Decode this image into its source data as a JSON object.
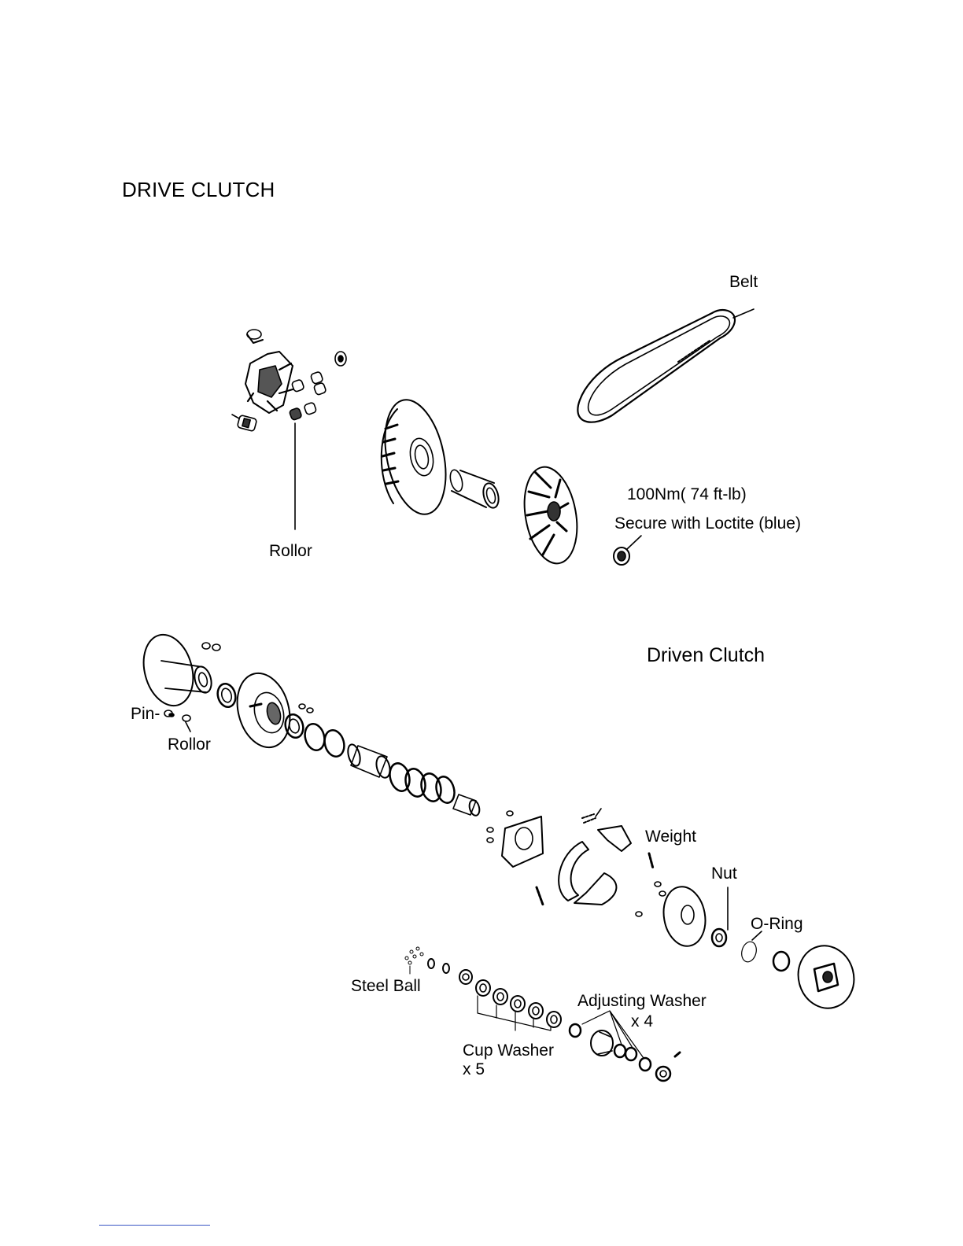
{
  "page_title": "DRIVE CLUTCH",
  "drive_clutch": {
    "labels": {
      "belt": "Belt",
      "rollor": "Rollor",
      "torque": "100Nm( 74 ft-lb)",
      "loctite": "Secure with Loctite (blue)"
    }
  },
  "driven_clutch": {
    "title": "Driven Clutch",
    "labels": {
      "pin": "Pin-",
      "rollor": "Rollor",
      "weight": "Weight",
      "nut": "Nut",
      "o_ring": "O-Ring",
      "steel_ball": "Steel Ball",
      "adjusting_washer": "Adjusting Washer",
      "adjusting_washer_qty": "x 4",
      "cup_washer": "Cup Washer",
      "cup_washer_qty": "x 5"
    }
  },
  "colors": {
    "ink": "#000000",
    "footer_rule": "#3a56c5"
  }
}
